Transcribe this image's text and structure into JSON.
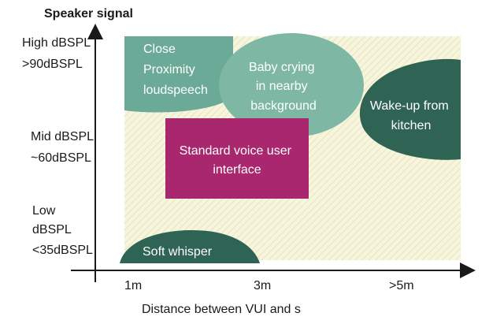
{
  "diagram": {
    "y_axis_title": "Speaker signal",
    "x_axis_title": "Distance between VUI and s",
    "y_levels": [
      {
        "lines": [
          "High dBSPL",
          ">90dBSPL"
        ]
      },
      {
        "lines": [
          "Mid dBSPL",
          "~60dBSPL"
        ]
      },
      {
        "lines": [
          "Low",
          "dBSPL",
          "<35dBSPL"
        ]
      }
    ],
    "x_ticks": [
      "1m",
      "3m",
      ">5m"
    ],
    "regions": [
      {
        "id": "close-proximity",
        "lines": [
          "Close",
          "Proximity",
          "loudspeech"
        ],
        "color": "#6aaa96"
      },
      {
        "id": "baby-crying",
        "lines": [
          "Baby crying",
          "in nearby",
          "background"
        ],
        "color": "#7eb8a4"
      },
      {
        "id": "wake-up",
        "lines": [
          "Wake-up from",
          "kitchen"
        ],
        "color": "#2f6354"
      },
      {
        "id": "standard-vui",
        "lines": [
          "Standard voice user",
          "interface"
        ],
        "color": "#a8276f"
      },
      {
        "id": "soft-whisper",
        "lines": [
          "Soft whisper"
        ],
        "color": "#2f6354"
      }
    ],
    "background_color": "#f7f6dc"
  }
}
